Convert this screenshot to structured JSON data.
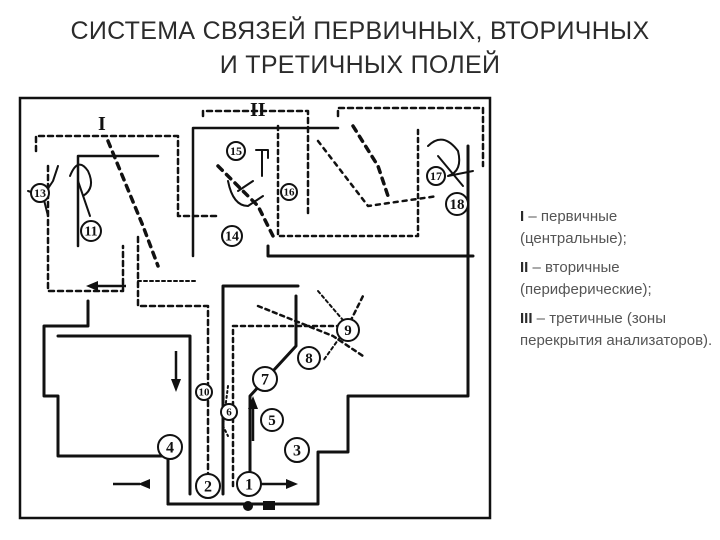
{
  "slide": {
    "title_line1": "СИСТЕМА СВЯЗЕЙ ПЕРВИЧНЫХ, ВТОРИЧНЫХ",
    "title_line2": "И ТРЕТИЧНЫХ ПОЛЕЙ"
  },
  "diagram": {
    "region_labels": [
      "I",
      "II"
    ],
    "numbers": [
      "1",
      "2",
      "3",
      "4",
      "5",
      "6",
      "7",
      "8",
      "9",
      "10",
      "11",
      "13",
      "14",
      "15",
      "16",
      "17",
      "18"
    ]
  },
  "legend": [
    {
      "num": "I",
      "text": " – первичные (центральные);"
    },
    {
      "num": "II",
      "text": " – вторичные (периферические);"
    },
    {
      "num": "III",
      "text": " – третичные (зоны перекрытия анализаторов)."
    }
  ]
}
